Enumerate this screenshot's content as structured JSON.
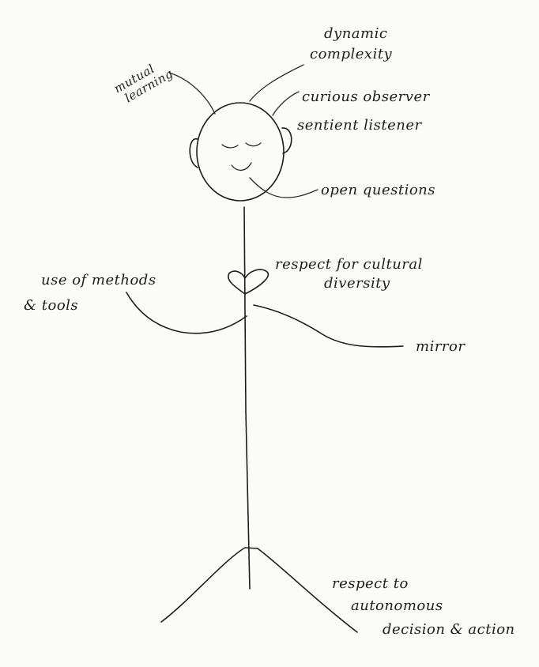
{
  "labels": {
    "mutual_learning": [
      "mutual",
      "learning"
    ],
    "dynamic_complexity": [
      "dynamic",
      "complexity"
    ],
    "curious_observer": "curious observer",
    "sentient_listener": "sentient listener",
    "open_questions": "open questions",
    "respect_cultural_diversity": [
      "respect for cultural",
      "diversity"
    ],
    "use_methods_tools": [
      "use of methods",
      "& tools"
    ],
    "mirror": "mirror",
    "respect_autonomous": [
      "respect to",
      "autonomous",
      "decision & action"
    ]
  },
  "colors": {
    "ink": "#1d1d1d",
    "paper": "#fbfbfa"
  }
}
